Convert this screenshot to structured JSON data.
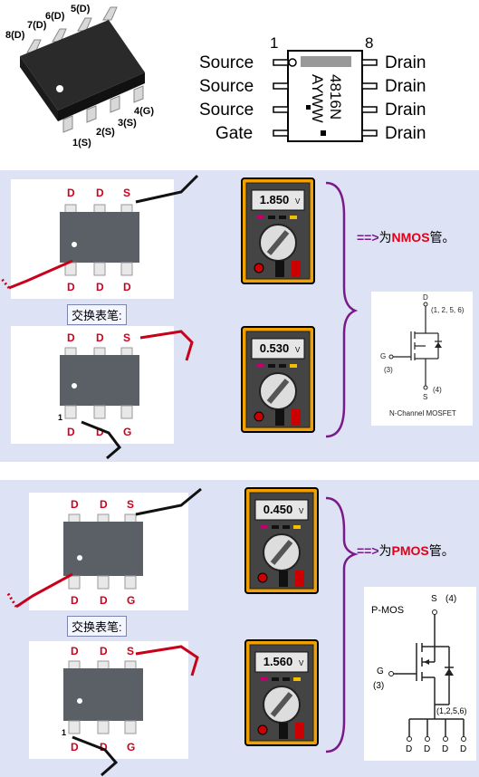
{
  "package": {
    "pin_labels": [
      "8(D)",
      "7(D)",
      "6(D)",
      "5(D)",
      "1(S)",
      "2(S)",
      "3(S)",
      "4(G)"
    ]
  },
  "pinout": {
    "pin1": "1",
    "pin8": "8",
    "left_labels": [
      "Source",
      "Source",
      "Source",
      "Gate"
    ],
    "right_labels": [
      "Drain",
      "Drain",
      "Drain",
      "Drain"
    ],
    "chip_text": [
      "4816N",
      "AYWW"
    ]
  },
  "nmos_section": {
    "photo1_top_letters": [
      "D",
      "D",
      "S"
    ],
    "photo1_bottom_letters": [
      "D",
      "D",
      "D"
    ],
    "photo2_top_letters": [
      "D",
      "D",
      "S"
    ],
    "photo2_bottom_letters": [
      "D",
      "D",
      "G"
    ],
    "photo2_pin1": "1",
    "swap_label": "交换表笔:",
    "meter1": {
      "value": "1.850",
      "unit": "V"
    },
    "meter2": {
      "value": "0.530",
      "unit": "V"
    },
    "result_arrow": "==>",
    "result_prefix": "为",
    "result_type": "NMOS",
    "result_suffix": "管。",
    "symbol": {
      "d": "D",
      "d_pins": "(1, 2, 5, 6)",
      "g": "G",
      "g_pin": "(3)",
      "s": "S",
      "s_pin": "(4)",
      "caption": "N-Channel MOSFET"
    }
  },
  "pmos_section": {
    "photo1_top_letters": [
      "D",
      "D",
      "S"
    ],
    "photo1_bottom_letters": [
      "D",
      "D",
      "G"
    ],
    "photo2_top_letters": [
      "D",
      "D",
      "S"
    ],
    "photo2_bottom_letters": [
      "D",
      "D",
      "G"
    ],
    "photo2_pin1": "1",
    "swap_label": "交换表笔:",
    "meter1": {
      "value": "0.450",
      "unit": "V"
    },
    "meter2": {
      "value": "1.560",
      "unit": "V"
    },
    "result_arrow": "==>",
    "result_prefix": "为",
    "result_type": "PMOS",
    "result_suffix": "管。",
    "symbol": {
      "title": "P-MOS",
      "s": "S",
      "s_pin": "(4)",
      "g": "G",
      "g_pin": "(3)",
      "d_pins": "(1,2,5,6)",
      "d_bottom": [
        "D",
        "D",
        "D",
        "D"
      ]
    }
  },
  "colors": {
    "panel_bg": "#dde3f4",
    "meter_body": "#f0a000",
    "lead_red": "#d0001c",
    "lead_black": "#111111",
    "bracket": "#7a1a8a"
  }
}
